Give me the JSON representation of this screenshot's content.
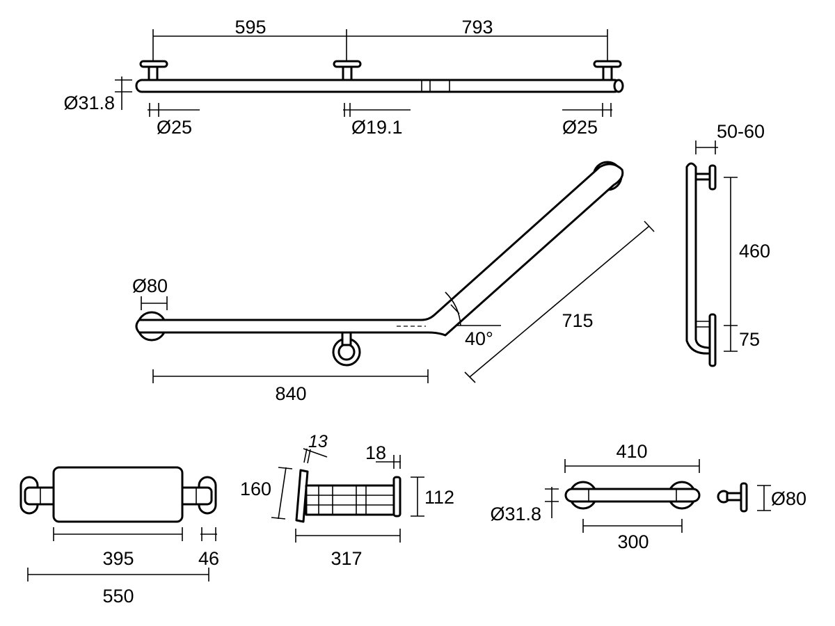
{
  "straight_rail": {
    "flange_spacing_left": "595",
    "flange_spacing_right": "793",
    "tube_diameter": "Ø31.8",
    "flange_left_diameter": "Ø25",
    "center_stem_diameter": "Ø19.1",
    "flange_right_diameter": "Ø25"
  },
  "angled_rail": {
    "flange_diameter": "Ø80",
    "horizontal_length": "840",
    "angled_length": "715",
    "angle": "40°"
  },
  "side_view": {
    "projection": "50-60",
    "vertical_length": "460",
    "lower_offset": "75"
  },
  "backrest_front": {
    "pad_width": "395",
    "end_width": "46",
    "overall_width": "550"
  },
  "backrest_side": {
    "pad_thickness": "13",
    "flange_thickness": "18",
    "pad_height": "160",
    "flange_height": "112",
    "depth": "317"
  },
  "short_rail": {
    "overall_length": "410",
    "center_length": "300",
    "tube_diameter": "Ø31.8",
    "flange_diameter": "Ø80"
  }
}
